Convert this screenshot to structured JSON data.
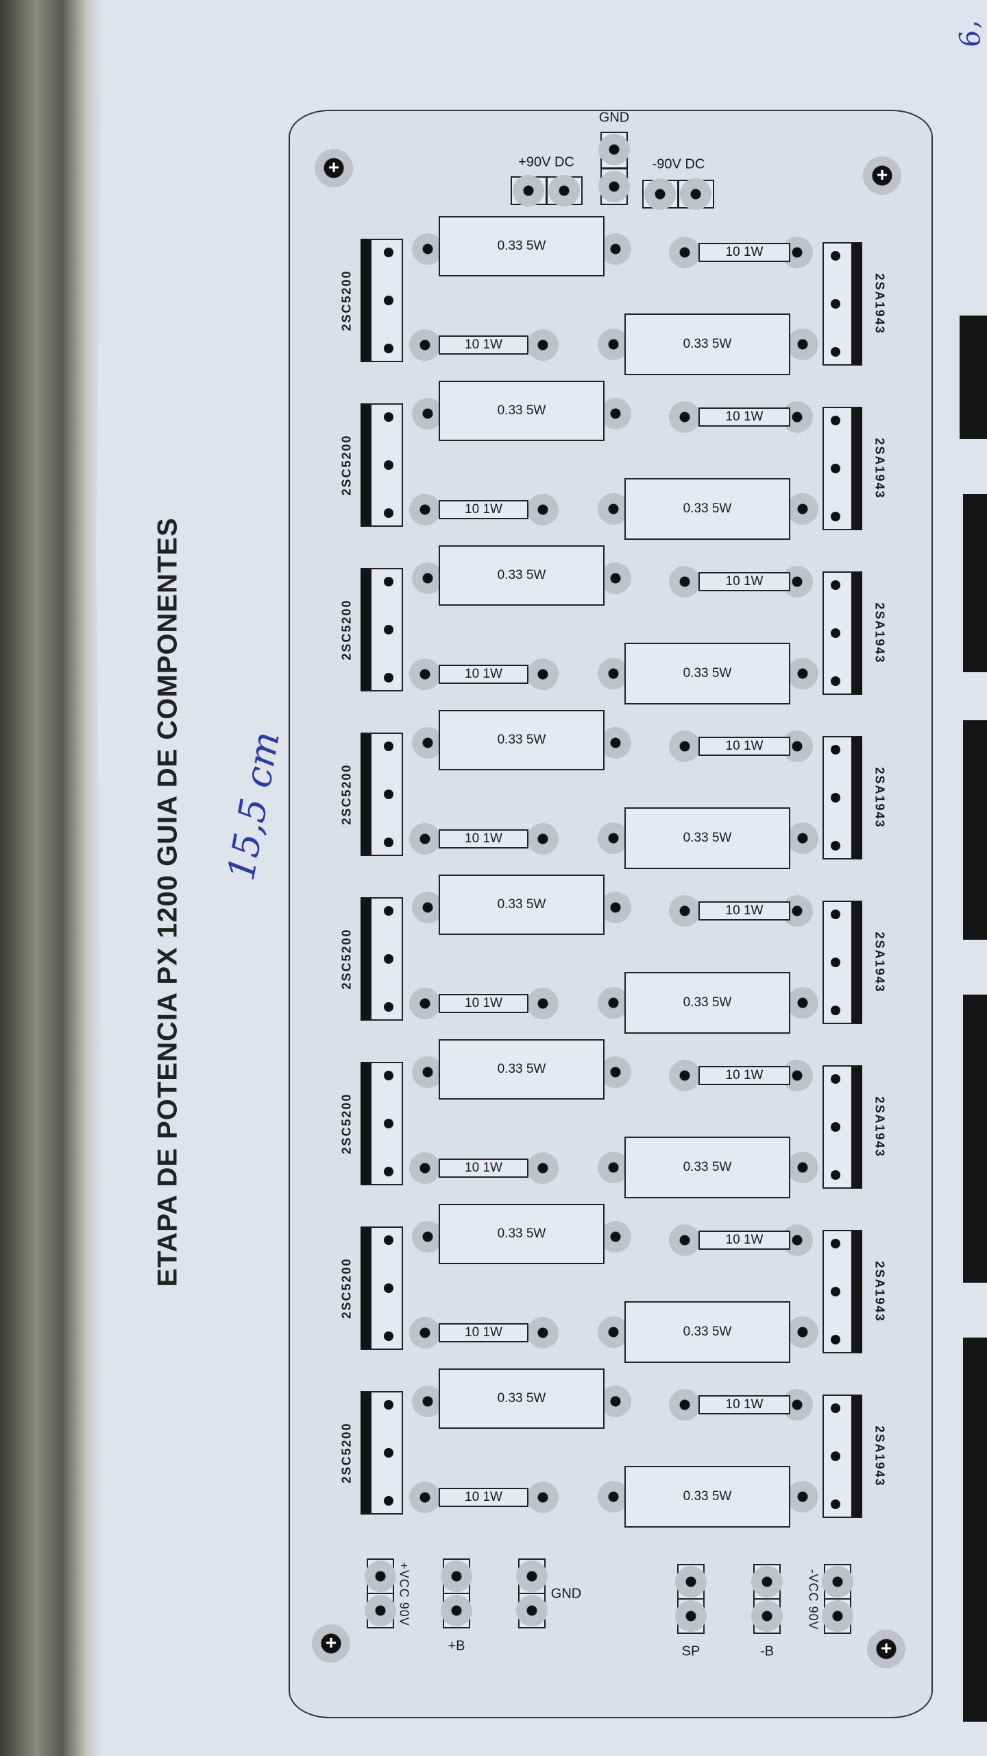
{
  "title": "ETAPA DE POTENCIA PX 1200 GUIA DE COMPONENTES",
  "handwritten": {
    "board_width_note": "15,5 cm",
    "page_note": "6,"
  },
  "top_connectors": {
    "pos_dc": "+90V DC",
    "gnd": "GND",
    "neg_dc": "-90V DC"
  },
  "bottom_connectors": [
    {
      "id": "vcc-pos",
      "label": "+VCC 90V"
    },
    {
      "id": "b-pos",
      "label": "+B"
    },
    {
      "id": "gnd",
      "label": "GND"
    },
    {
      "id": "sp",
      "label": "SP"
    },
    {
      "id": "b-neg",
      "label": "-B"
    },
    {
      "id": "vcc-neg",
      "label": "-VCC 90V"
    }
  ],
  "stages": [
    {
      "npn": "2SC5200",
      "pnp": "2SA1943",
      "emitter_res_left": "0.33  5W",
      "base_res_left": "10  1W",
      "base_res_right": "10  1W",
      "emitter_res_right": "0.33  5W"
    },
    {
      "npn": "2SC5200",
      "pnp": "2SA1943",
      "emitter_res_left": "0.33  5W",
      "base_res_left": "10  1W",
      "base_res_right": "10  1W",
      "emitter_res_right": "0.33  5W"
    },
    {
      "npn": "2SC5200",
      "pnp": "2SA1943",
      "emitter_res_left": "0.33  5W",
      "base_res_left": "10  1W",
      "base_res_right": "10  1W",
      "emitter_res_right": "0.33  5W"
    },
    {
      "npn": "2SC5200",
      "pnp": "2SA1943",
      "emitter_res_left": "0.33  5W",
      "base_res_left": "10  1W",
      "base_res_right": "10  1W",
      "emitter_res_right": "0.33  5W"
    },
    {
      "npn": "2SC5200",
      "pnp": "2SA1943",
      "emitter_res_left": "0.33  5W",
      "base_res_left": "10  1W",
      "base_res_right": "10  1W",
      "emitter_res_right": "0.33  5W"
    },
    {
      "npn": "2SC5200",
      "pnp": "2SA1943",
      "emitter_res_left": "0.33  5W",
      "base_res_left": "10  1W",
      "base_res_right": "10  1W",
      "emitter_res_right": "0.33  5W"
    },
    {
      "npn": "2SC5200",
      "pnp": "2SA1943",
      "emitter_res_left": "0.33  5W",
      "base_res_left": "10  1W",
      "base_res_right": "10  1W",
      "emitter_res_right": "0.33  5W"
    },
    {
      "npn": "2SC5200",
      "pnp": "2SA1943",
      "emitter_res_left": "0.33  5W",
      "base_res_left": "10  1W",
      "base_res_right": "10  1W",
      "emitter_res_right": "0.33  5W"
    }
  ]
}
